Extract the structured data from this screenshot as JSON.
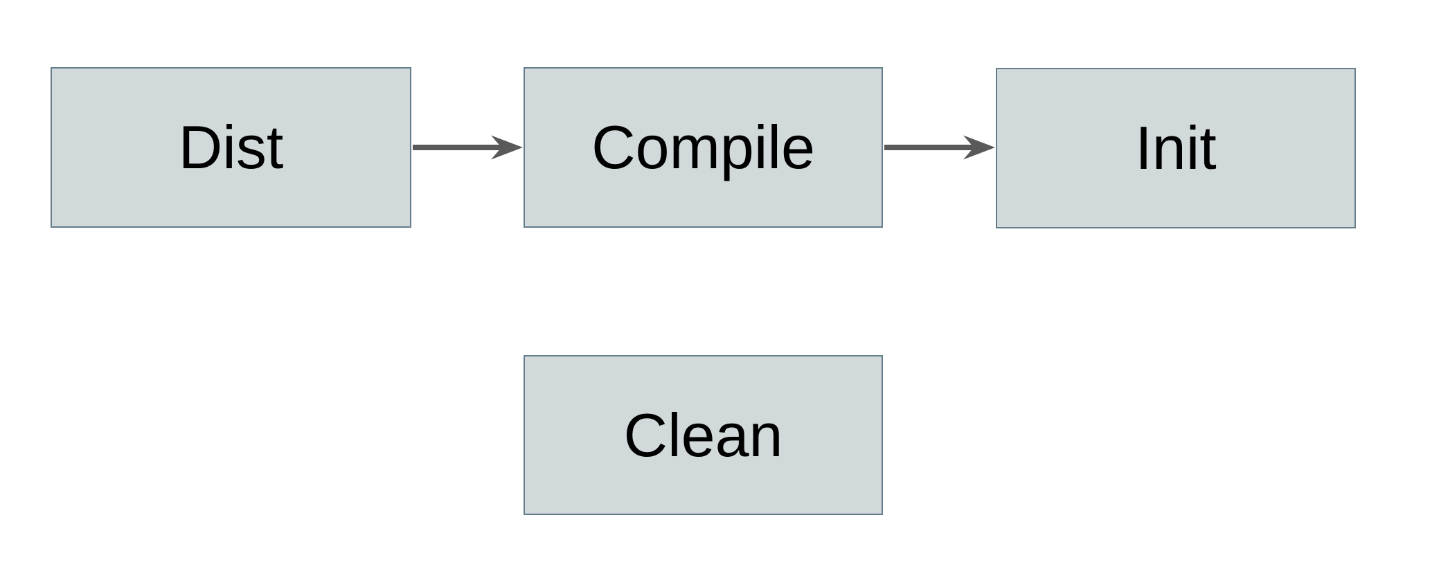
{
  "diagram": {
    "colors": {
      "background": "#ffffff",
      "node_fill": "#d1d9db",
      "node_border": "#647e8c",
      "arrow": "#595959",
      "text": "#000000"
    },
    "nodes": [
      {
        "id": "dist",
        "label": "Dist"
      },
      {
        "id": "compile",
        "label": "Compile"
      },
      {
        "id": "init",
        "label": "Init"
      },
      {
        "id": "clean",
        "label": "Clean"
      }
    ],
    "edges": [
      {
        "from": "Dist",
        "to": "Compile"
      },
      {
        "from": "Compile",
        "to": "Init"
      }
    ]
  }
}
